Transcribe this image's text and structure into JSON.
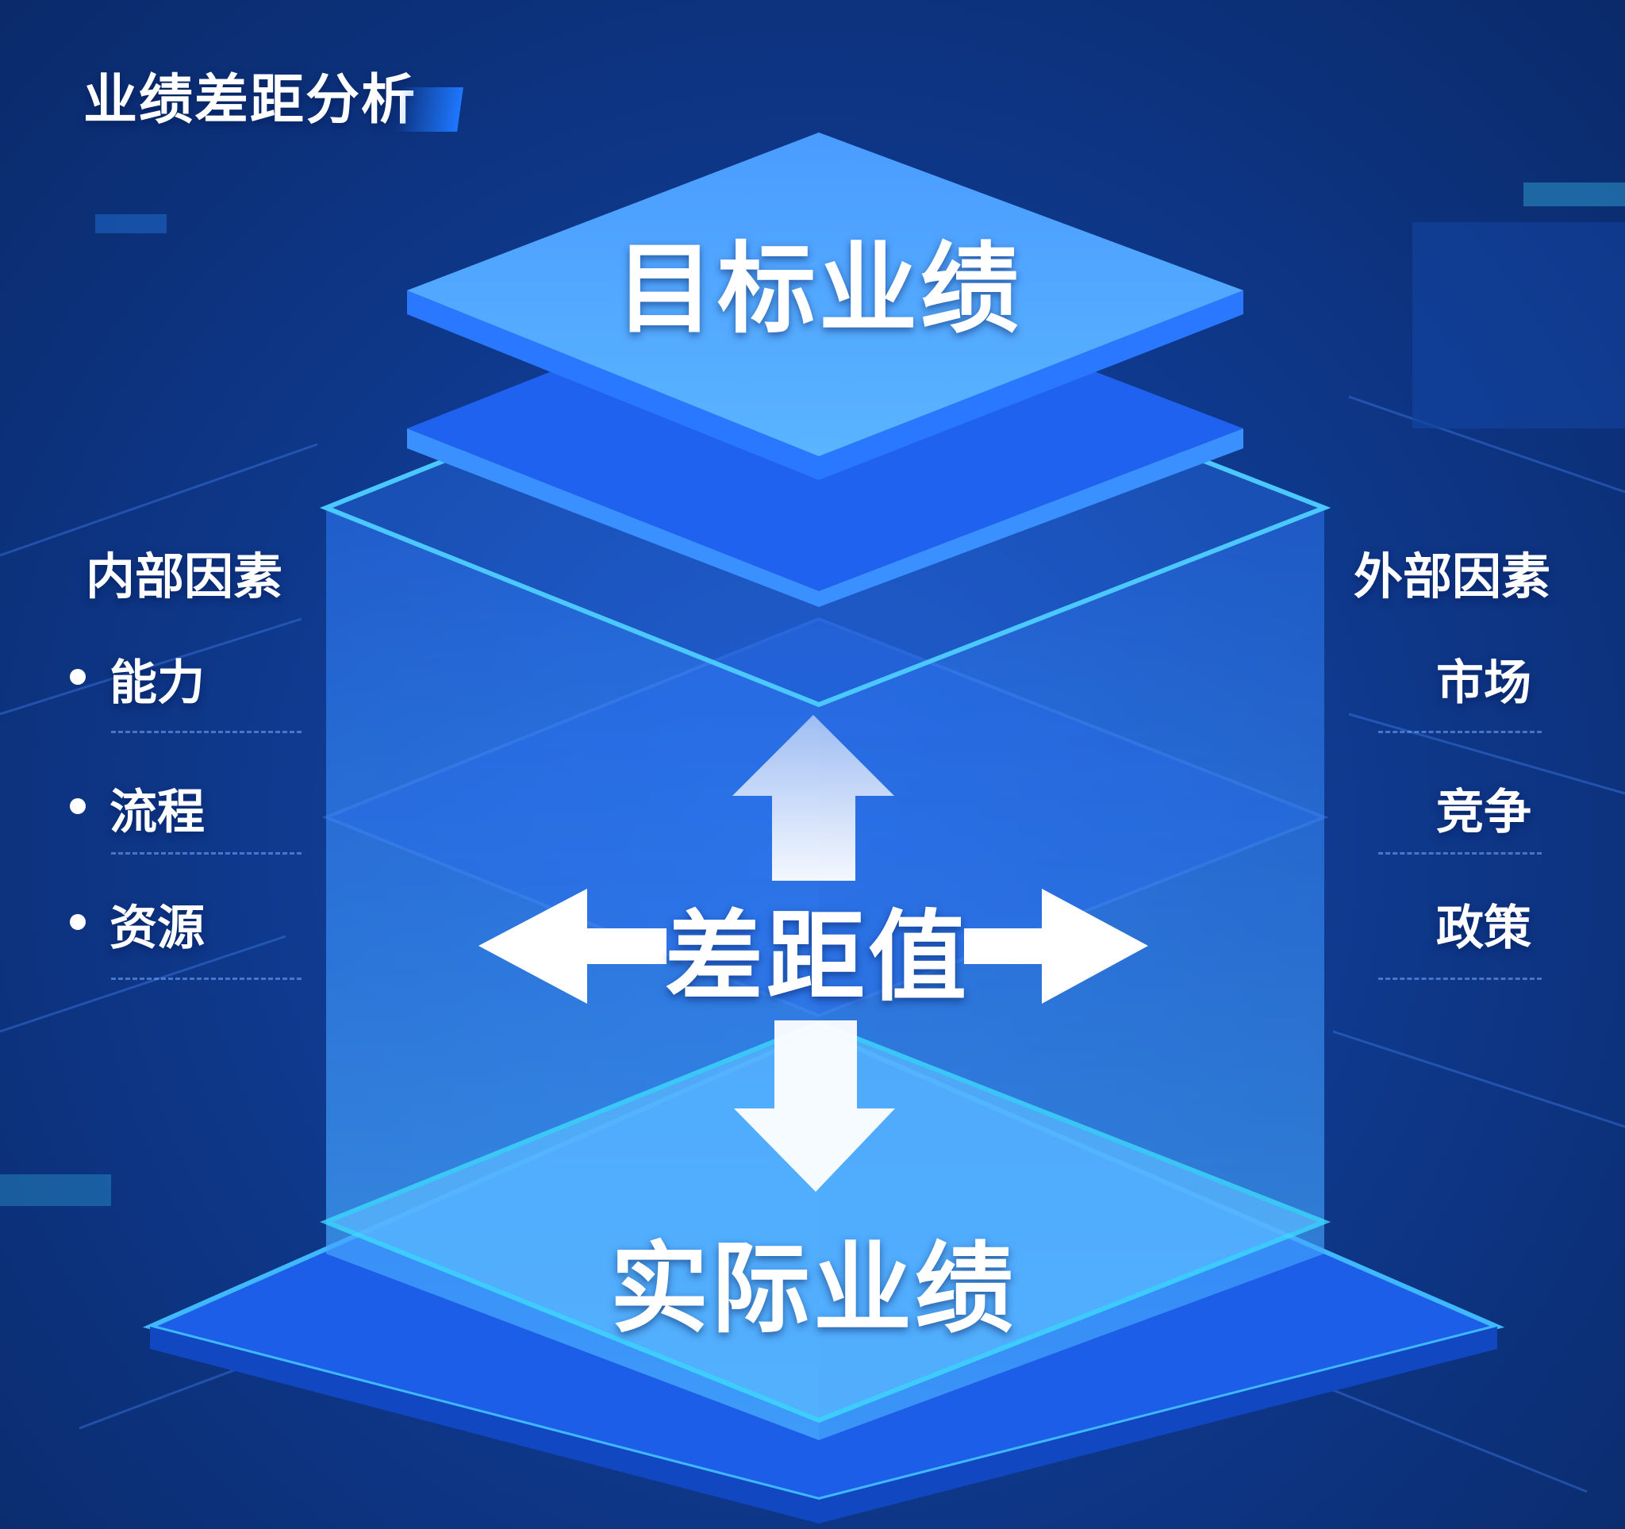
{
  "title": "业绩差距分析",
  "center": {
    "target": "目标业绩",
    "gap": "差距值",
    "actual": "实际业绩"
  },
  "internal": {
    "heading": "内部因素",
    "items": [
      "能力",
      "流程",
      "资源"
    ]
  },
  "external": {
    "heading": "外部因素",
    "items": [
      "市场",
      "竞争",
      "政策"
    ]
  },
  "colors": {
    "background": "#0f3a8f",
    "plate": "#3a8cff",
    "glow": "#3fd0ff",
    "text": "#ffffff"
  }
}
